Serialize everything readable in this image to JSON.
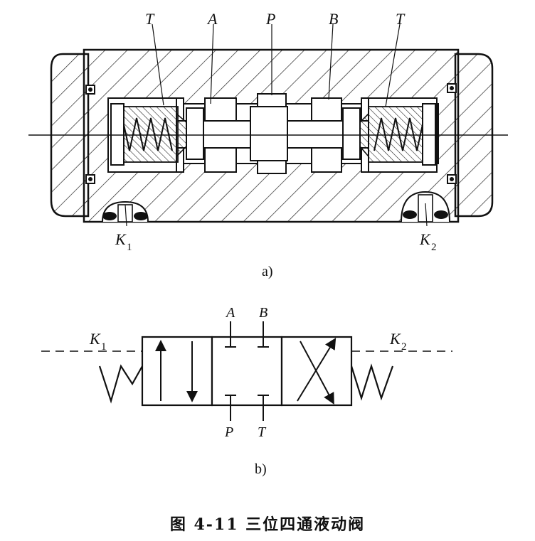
{
  "diagram_a": {
    "label_T_left": "T",
    "label_A": "A",
    "label_P": "P",
    "label_B": "B",
    "label_T_right": "T",
    "label_K1": "K",
    "label_K1_sub": "1",
    "label_K2": "K",
    "label_K2_sub": "2",
    "sub_caption": "a)"
  },
  "diagram_b": {
    "label_A": "A",
    "label_B": "B",
    "label_P": "P",
    "label_T": "T",
    "label_K1": "K",
    "label_K1_sub": "1",
    "label_K2": "K",
    "label_K2_sub": "2",
    "sub_caption": "b)"
  },
  "caption": "图 4-11   三位四通液动阀"
}
